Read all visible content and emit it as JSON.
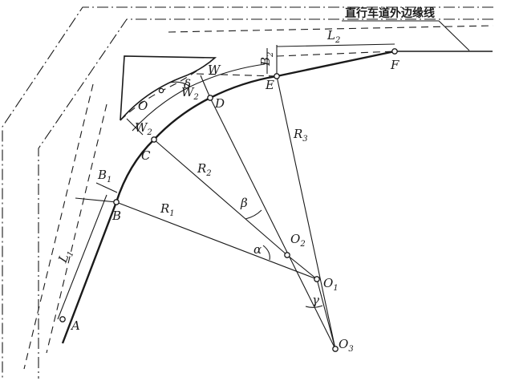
{
  "caption": "直行车道外边缘线",
  "points": {
    "A": "A",
    "B": "B",
    "C": "C",
    "D": "D",
    "E": "E",
    "F": "F",
    "O": "O",
    "O1": "O",
    "O2": "O",
    "O3": "O"
  },
  "point_subscripts": {
    "O1": "1",
    "O2": "2",
    "O3": "3"
  },
  "dimensions": {
    "L1": "L",
    "L1_sub": "1",
    "L2": "L",
    "L2_sub": "2",
    "B1": "B",
    "B1_sub": "1",
    "B2": "B",
    "B2_sub": "2",
    "R1": "R",
    "R1_sub": "1",
    "R2": "R",
    "R2_sub": "2",
    "R3": "R",
    "R3_sub": "3",
    "W": "W",
    "W2a": "W",
    "W2a_sub": "2",
    "W2b": "W",
    "W2b_sub": "2"
  },
  "angles": {
    "alpha": "α",
    "beta": "β",
    "gamma": "γ",
    "delta": "δ"
  }
}
